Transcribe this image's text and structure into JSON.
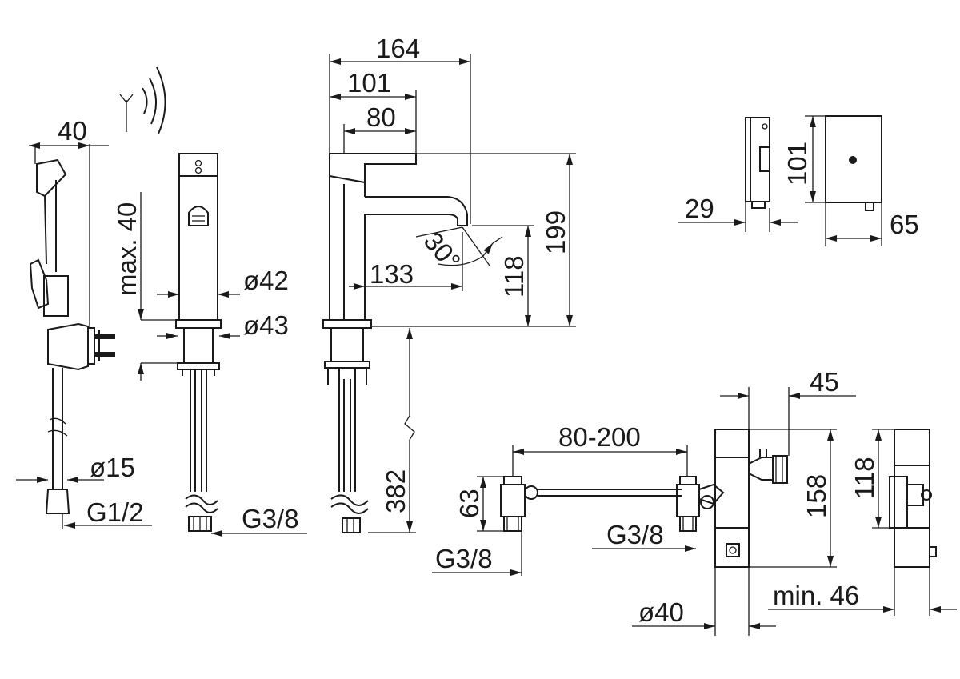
{
  "dimensions": {
    "hand_shower_width": "40",
    "sensor_range": "max. 40",
    "hose_diameter": "ø15",
    "hose_thread": "G1/2",
    "spout_outer_width": "164",
    "spout_mid_width": "101",
    "spout_inner_width": "80",
    "spray_angle": "30°",
    "spout_reach": "133",
    "spout_outlet_height": "118",
    "tap_height": "199",
    "body_diameter": "ø42",
    "base_diameter": "ø43",
    "tap_connection": "G3/8",
    "supply_length": "382",
    "battery_depth": "29",
    "battery_height": "101",
    "battery_width": "65",
    "valve_spacing": "80-200",
    "valve_height": "63",
    "valve_thread_left": "G3/8",
    "valve_thread_right": "G3/8",
    "box_offset": "45",
    "box_height": "158",
    "box_diameter": "ø40",
    "box_side_height": "118",
    "box_side_min": "min. 46"
  }
}
